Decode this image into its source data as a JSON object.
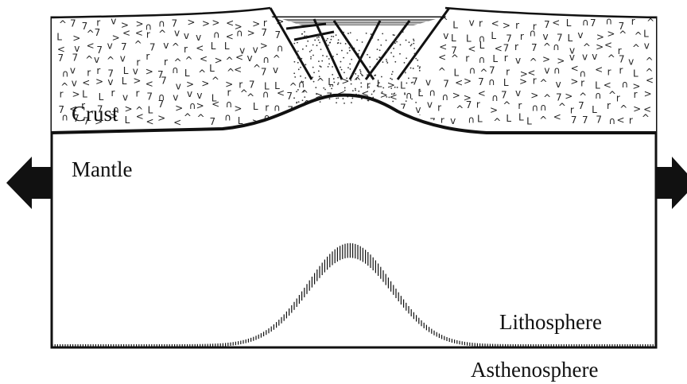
{
  "diagram": {
    "labels": {
      "crust": "Crust",
      "mantle": "Mantle",
      "lithosphere": "Lithosphere",
      "asthenosphere": "Asthenosphere"
    },
    "arrows": {
      "left": "extension-arrow-left",
      "right": "extension-arrow-right"
    },
    "colors": {
      "ink": "#111111",
      "background": "#ffffff"
    }
  }
}
